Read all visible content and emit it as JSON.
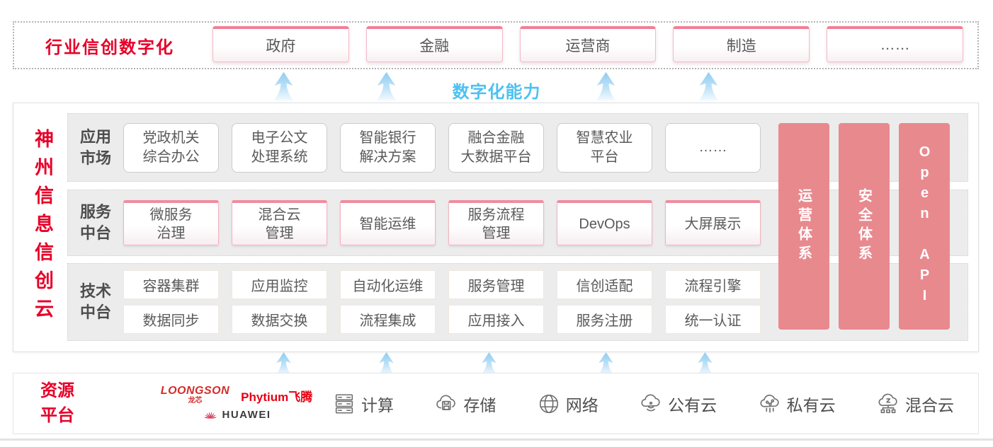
{
  "top_banner": {
    "title": "行业信创数字化",
    "industries": [
      "政府",
      "金融",
      "运营商",
      "制造",
      "……"
    ]
  },
  "capability_label": "数字化能力",
  "platform": {
    "vertical_title": "神州信息信创云",
    "app_market": {
      "label": "应用\n市场",
      "items": [
        "党政机关\n综合办公",
        "电子公文\n处理系统",
        "智能银行\n解决方案",
        "融合金融\n大数据平台",
        "智慧农业\n平台",
        "……"
      ]
    },
    "service_mid": {
      "label": "服务\n中台",
      "items": [
        "微服务\n治理",
        "混合云\n管理",
        "智能运维",
        "服务流程\n管理",
        "DevOps",
        "大屏展示"
      ]
    },
    "tech_mid": {
      "label": "技术\n中台",
      "row1": [
        "容器集群",
        "应用监控",
        "自动化运维",
        "服务管理",
        "信创适配",
        "流程引擎"
      ],
      "row2": [
        "数据同步",
        "数据交换",
        "流程集成",
        "应用接入",
        "服务注册",
        "统一认证"
      ]
    },
    "side_bars": [
      "运营体系",
      "安全体系",
      "Open API"
    ]
  },
  "resource": {
    "title": "资源\n平台",
    "vendors": {
      "loongson": "LOONGSON",
      "loongson_cn": "龙芯",
      "phytium": "Phytium飞腾",
      "huawei": "HUAWEI"
    },
    "items": [
      {
        "icon": "compute-icon",
        "label": "计算"
      },
      {
        "icon": "storage-icon",
        "label": "存储"
      },
      {
        "icon": "network-icon",
        "label": "网络"
      },
      {
        "icon": "public-cloud-icon",
        "label": "公有云"
      },
      {
        "icon": "private-cloud-icon",
        "label": "私有云"
      },
      {
        "icon": "hybrid-cloud-icon",
        "label": "混合云"
      }
    ]
  },
  "colors": {
    "accent_red": "#e60028",
    "pillar_pink": "#e8898e",
    "capability_blue": "#4ec1f1",
    "arrow_blue": "#8fccf1"
  }
}
